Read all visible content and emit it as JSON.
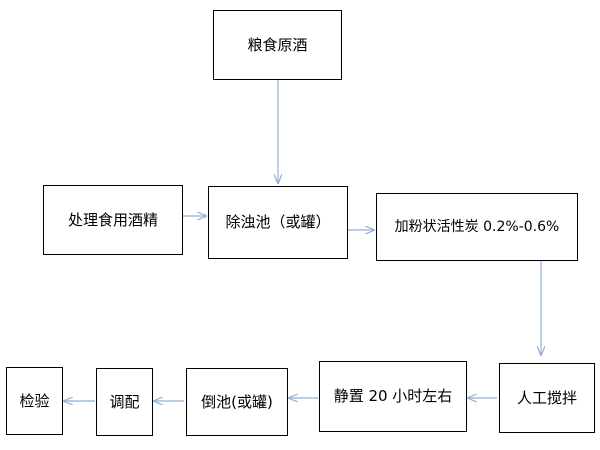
{
  "colors": {
    "box_border": "#000000",
    "box_fill": "#ffffff",
    "arrow": "#8fb0d6",
    "text": "#000000"
  },
  "nodes": [
    {
      "id": "grain-base-liquor",
      "label": "粮食原酒"
    },
    {
      "id": "processed-edible-alcohol",
      "label": "处理食用酒精"
    },
    {
      "id": "sedimentation-tank",
      "label": "除浊池（或罐）"
    },
    {
      "id": "add-powdered-activated-carbon",
      "label": "加粉状活性炭 0.2%-0.6%"
    },
    {
      "id": "manual-stirring",
      "label": "人工搅拌"
    },
    {
      "id": "standing-20-hours",
      "label": "静置 20 小时左右"
    },
    {
      "id": "transfer-tank",
      "label": "倒池(或罐)"
    },
    {
      "id": "blending",
      "label": "调配"
    },
    {
      "id": "inspection",
      "label": "检验"
    }
  ],
  "edges": [
    {
      "from": "grain-base-liquor",
      "to": "sedimentation-tank"
    },
    {
      "from": "processed-edible-alcohol",
      "to": "sedimentation-tank"
    },
    {
      "from": "sedimentation-tank",
      "to": "add-powdered-activated-carbon"
    },
    {
      "from": "add-powdered-activated-carbon",
      "to": "manual-stirring"
    },
    {
      "from": "manual-stirring",
      "to": "standing-20-hours"
    },
    {
      "from": "standing-20-hours",
      "to": "transfer-tank"
    },
    {
      "from": "transfer-tank",
      "to": "blending"
    },
    {
      "from": "blending",
      "to": "inspection"
    }
  ]
}
